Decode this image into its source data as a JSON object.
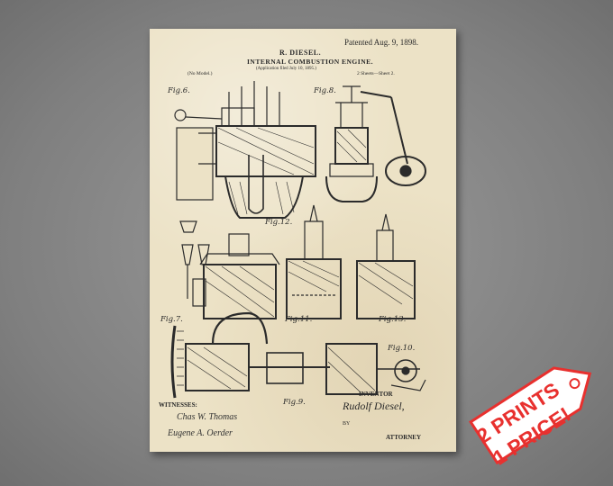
{
  "patent": {
    "patented": "Patented Aug. 9, 1898.",
    "inventor_header": "R. DIESEL.",
    "title": "INTERNAL COMBUSTION ENGINE.",
    "application": "(Application filed July 10, 1895.)",
    "model": "(No Model.)",
    "sheets": "2 Sheets—Sheet 2."
  },
  "figures": {
    "fig6": "Fig.6.",
    "fig8": "Fig.8.",
    "fig12": "Fig.12.",
    "fig7": "Fig.7.",
    "fig11": "Fig.11.",
    "fig13": "Fig.13.",
    "fig10": "Fig.10.",
    "fig9": "Fig.9."
  },
  "footer": {
    "witnesses": "WITNESSES:",
    "witness1": "Chas W. Thomas",
    "witness2": "Eugene A. Oerder",
    "inventor_label": "INVENTOR",
    "inventor_name": "Rudolf Diesel,",
    "by": "BY",
    "attorney": "ATTORNEY"
  },
  "promo": {
    "line1": "2 PRINTS",
    "line2": "1 PRICE!",
    "color": "#e8302e"
  }
}
